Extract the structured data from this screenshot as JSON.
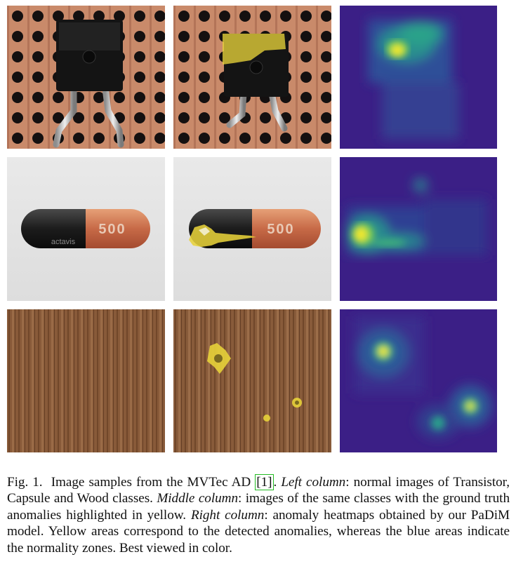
{
  "figure": {
    "rows": [
      {
        "class_name": "Transistor",
        "normal": "transistor-normal-image",
        "anomaly": "transistor-anomaly-image",
        "heatmap": "transistor-heatmap"
      },
      {
        "class_name": "Capsule",
        "normal": "capsule-normal-image",
        "anomaly": "capsule-anomaly-image",
        "heatmap": "capsule-heatmap",
        "capsule_text": "500",
        "capsule_brand": "actavis"
      },
      {
        "class_name": "Wood",
        "normal": "wood-normal-image",
        "anomaly": "wood-anomaly-image",
        "heatmap": "wood-heatmap"
      }
    ],
    "colors": {
      "copper": "#c98a6a",
      "hole": "#111111",
      "anomaly_yellow": "#e7d23a",
      "heat_bg": "#3b1f86",
      "heat_hot": "#f2e82a",
      "heat_mid": "#2fa98c"
    }
  },
  "caption": {
    "label": "Fig. 1.",
    "t1": "Image samples from the MVTec AD ",
    "cite": "[1]",
    "t2": ". ",
    "left_col": "Left column",
    "t3": ": normal images of Transistor, Capsule and Wood classes. ",
    "middle_col": "Middle column",
    "t4": ": images of the same classes with the ground truth anomalies highlighted in yellow. ",
    "right_col": "Right column",
    "t5": ": anomaly heatmaps obtained by our PaDiM model. Yellow areas correspond to the detected anomalies, whereas the blue areas indicate the normality zones. Best viewed in color."
  }
}
